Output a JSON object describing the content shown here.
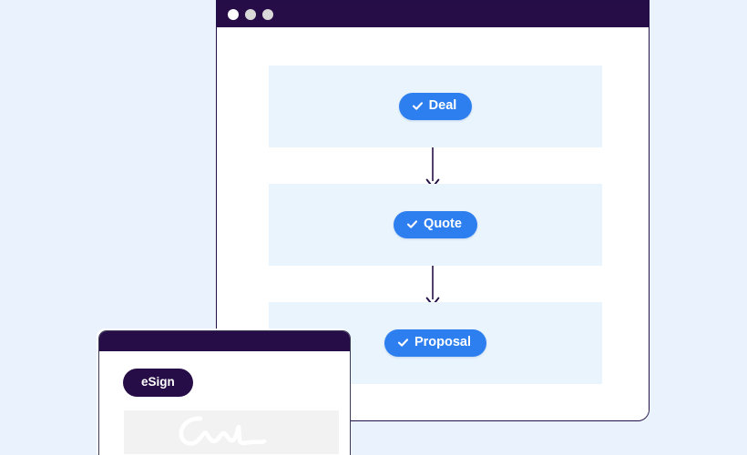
{
  "page": {
    "background_color": "#eaf2fd",
    "accent_blue": "#2d7ff0",
    "dark_purple": "#270d47",
    "row_background": "#e9f4fd"
  },
  "back_window": {
    "name": "workflow-window",
    "titlebar": {
      "color": "#270d47",
      "dots": [
        {
          "name": "traffic-light-dot-1",
          "color": "#ffffff"
        },
        {
          "name": "traffic-light-dot-2",
          "color": "#d9d9d9"
        },
        {
          "name": "traffic-light-dot-3",
          "color": "#d9d9d9"
        }
      ]
    },
    "flow": {
      "steps": [
        {
          "id": "deal",
          "label": "Deal",
          "icon": "check-icon",
          "color": "#2d7ff0"
        },
        {
          "id": "quote",
          "label": "Quote",
          "icon": "check-icon",
          "color": "#2d7ff0"
        },
        {
          "id": "proposal",
          "label": "Proposal",
          "icon": "check-icon",
          "color": "#2d7ff0"
        }
      ],
      "connectors": [
        {
          "id": "deal-to-quote",
          "icon": "arrow-down-icon",
          "color": "#241046"
        },
        {
          "id": "quote-to-proposal",
          "icon": "arrow-down-icon",
          "color": "#241046"
        }
      ]
    }
  },
  "front_window": {
    "name": "esign-window",
    "titlebar": {
      "color": "#270d47"
    },
    "badge": {
      "label": "eSign",
      "color": "#270d47"
    },
    "signature": {
      "name": "signature-field",
      "background_color": "#f2f2f2",
      "stroke_color": "#ffffff"
    }
  }
}
